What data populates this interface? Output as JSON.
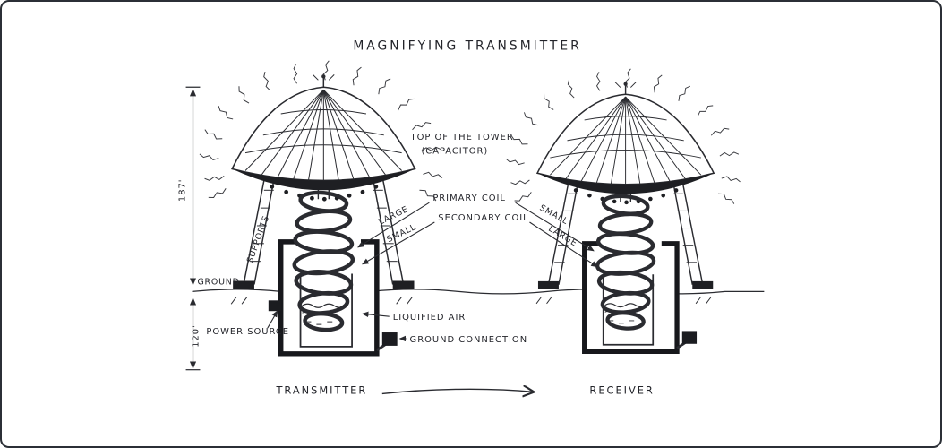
{
  "title": "MAGNIFYING TRANSMITTER",
  "labels": {
    "top_of_tower": "TOP OF THE TOWER",
    "capacitor": "(CAPACITOR)",
    "primary_coil": "PRIMARY COIL",
    "secondary_coil": "SECONDARY COIL",
    "large_left": "LARGE",
    "small_left": "SMALL",
    "small_right": "SMALL",
    "large_right": "LARGE",
    "supports": "SUPPORTS",
    "ground": "GROUND",
    "power_source": "POWER SOURCE",
    "liquified_air": "LIQUIFIED AIR",
    "ground_connection": "GROUND CONNECTION",
    "dim_tower_height": "187'",
    "dim_below_ground": "120'",
    "transmitter": "TRANSMITTER",
    "receiver": "RECEIVER"
  },
  "colors": {
    "ink": "#2a2b30",
    "paper": "#ffffff",
    "frame_border": "#2b2f36"
  }
}
